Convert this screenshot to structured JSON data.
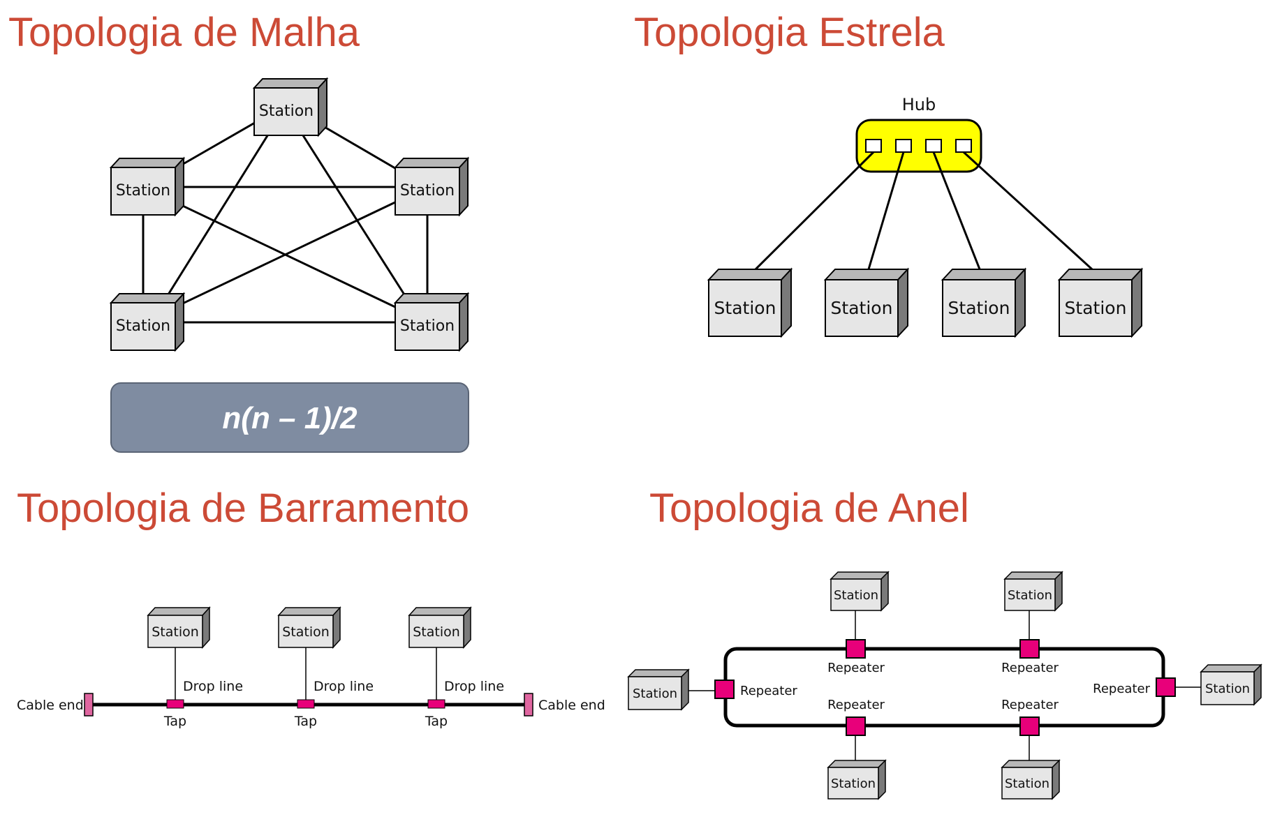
{
  "mesh": {
    "title": "Topologia de Malha",
    "stations": [
      "Station",
      "Station",
      "Station",
      "Station",
      "Station"
    ],
    "formula": "n(n – 1)/2"
  },
  "star": {
    "title": "Topologia Estrela",
    "hub_label": "Hub",
    "hub_color": "#ffff00",
    "stations": [
      "Station",
      "Station",
      "Station",
      "Station"
    ]
  },
  "bus": {
    "title": "Topologia de Barramento",
    "stations": [
      "Station",
      "Station",
      "Station"
    ],
    "drop_line_label": "Drop line",
    "tap_label": "Tap",
    "cable_end_left": "Cable end",
    "cable_end_right": "Cable end"
  },
  "ring": {
    "title": "Topologia de Anel",
    "stations": [
      "Station",
      "Station",
      "Station",
      "Station",
      "Station",
      "Station"
    ],
    "repeater_label": "Repeater",
    "repeater_color": "#e8007a"
  },
  "colors": {
    "title": "#cc4a36",
    "station_front": "#e6e6e6",
    "station_top": "#b8b8b8",
    "station_side": "#7a7a7a",
    "formula_box": "#7f8ca1",
    "cable_end": "#e066a0"
  }
}
